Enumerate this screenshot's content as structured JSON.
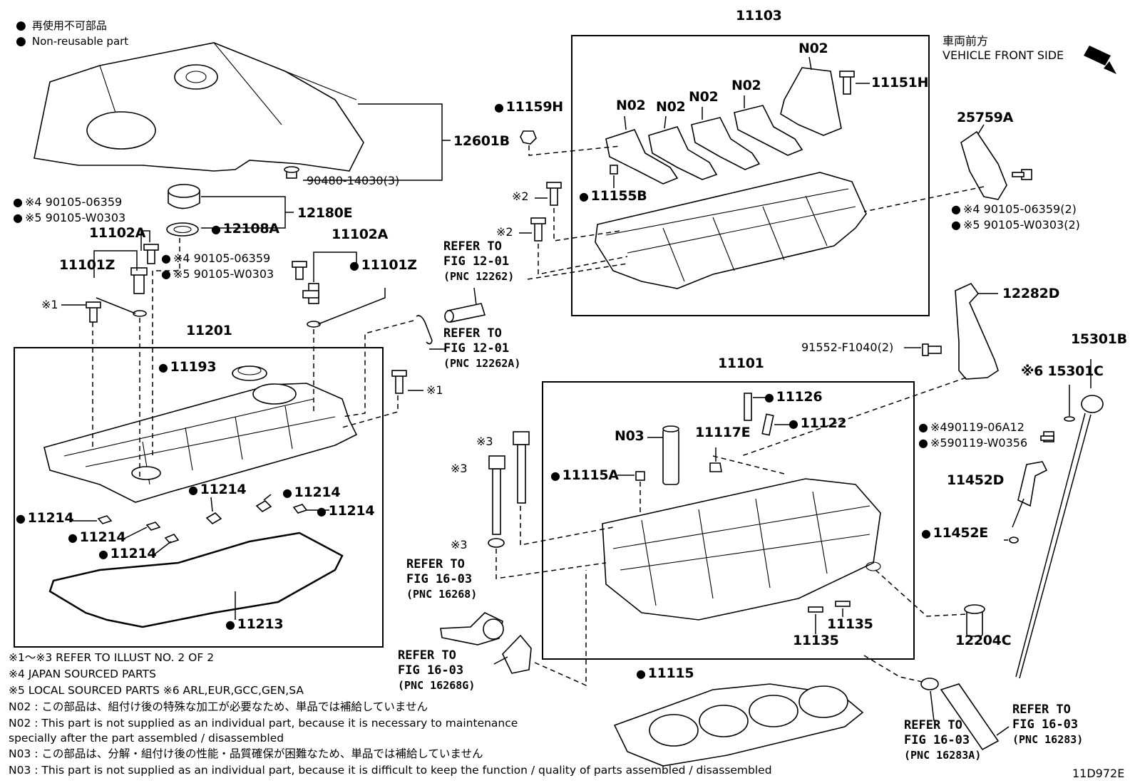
{
  "legend": {
    "jp": "再使用不可部品",
    "en": "Non-reusable part"
  },
  "front": {
    "jp": "車両前方",
    "en": "VEHICLE FRONT SIDE"
  },
  "labels": {
    "p11103": "11103",
    "p11201": "11201",
    "p11101": "11101",
    "p12601B": "12601B",
    "p90480": "90480-14030(3)",
    "p12180E": "12180E",
    "p12108A": "12108A",
    "p11102A_l": "11102A",
    "p11102A_r": "11102A",
    "p11101Z_l": "11101Z",
    "p11101Z_r": "11101Z",
    "p90105_06359_l": "※4 90105-06359",
    "p90105_W0303_l": "※5 90105-W0303",
    "p90105_06359_m": "※4 90105-06359",
    "p90105_W0303_m": "※5 90105-W0303",
    "ast1_l": "※1",
    "ast1_r": "※1",
    "p11159H": "11159H",
    "p11155B": "11155B",
    "ast2_a": "※2",
    "ast2_b": "※2",
    "p11151H": "11151H",
    "n02_1": "N02",
    "n02_2": "N02",
    "n02_3": "N02",
    "n02_4": "N02",
    "n02_5": "N02",
    "p25759A": "25759A",
    "p90105_06359_2": "※4 90105-06359(2)",
    "p90105_W0303_2": "※5 90105-W0303(2)",
    "p12282D": "12282D",
    "p91552": "91552-F1040(2)",
    "p15301B": "15301B",
    "p15301C": "※6 15301C",
    "p11193": "11193",
    "p11214_a": "11214",
    "p11214_b": "11214",
    "p11214_c": "11214",
    "p11214_d": "11214",
    "p11214_e": "11214",
    "p11214_f": "11214",
    "p11213": "11213",
    "p11126": "11126",
    "p11122": "11122",
    "n03": "N03",
    "p11117E": "11117E",
    "p11115A": "11115A",
    "ast3_a": "※3",
    "ast3_b": "※3",
    "ast3_c": "※3",
    "p90119_06A12": "※490119-06A12",
    "p90119_W0356": "※590119-W0356",
    "p11452D": "11452D",
    "p11452E": "11452E",
    "p12204C": "12204C",
    "p11135_a": "11135",
    "p11135_b": "11135",
    "p11115": "11115",
    "code": "11D972E"
  },
  "refs": {
    "r1": {
      "l1": "REFER TO",
      "l2": "FIG 12-01",
      "l3": "(PNC 12262)"
    },
    "r2": {
      "l1": "REFER TO",
      "l2": "FIG 12-01",
      "l3": "(PNC 12262A)"
    },
    "r3": {
      "l1": "REFER TO",
      "l2": "FIG 16-03",
      "l3": "(PNC 16268)"
    },
    "r4": {
      "l1": "REFER TO",
      "l2": "FIG 16-03",
      "l3": "(PNC 16268G)"
    },
    "r5": {
      "l1": "REFER TO",
      "l2": "FIG 16-03",
      "l3": "(PNC 16283A)"
    },
    "r6": {
      "l1": "REFER TO",
      "l2": "FIG 16-03",
      "l3": "(PNC 16283)"
    }
  },
  "notes": [
    "※1～※3  REFER TO ILLUST NO. 2 OF 2",
    "※4 JAPAN SOURCED PARTS",
    "※5 LOCAL SOURCED PARTS   ※6 ARL,EUR,GCC,GEN,SA",
    "N02 : この部品は、組付け後の特殊な加工が必要なため、単品では補給していません",
    "N02 : This part is not supplied as an individual part, because it is necessary to maintenance",
    "         specially after the part assembled / disassembled",
    "N03 : この部品は、分解・組付け後の性能・品質確保が困難なため、単品では補給していません",
    "N03 : This part is not supplied as an individual part, because it is difficult to keep the function / quality of parts  assembled / disassembled"
  ]
}
